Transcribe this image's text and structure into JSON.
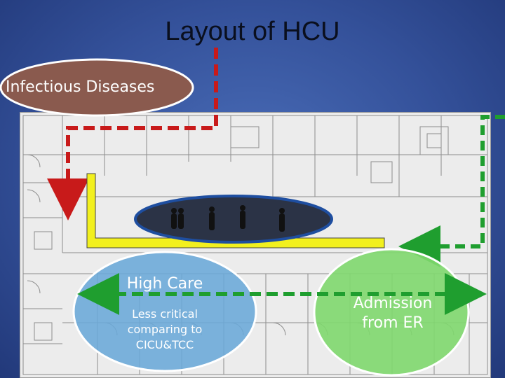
{
  "slide": {
    "title": "Layout of HCU"
  },
  "labels": {
    "infectious": "Infectious Diseases",
    "high_care": "High Care",
    "less_critical": "Less critical comparing to CICU&TCC",
    "admission": "Admission from ER"
  },
  "colors": {
    "background": "#34519a",
    "infectious_ellipse": "#8a5a4e",
    "high_care_ellipse": "#6aa9d8",
    "admission_ellipse": "#7fd86e",
    "red_arrow": "#c81a1a",
    "green_arrow": "#1f9e2f",
    "yellow_bar": "#f2f01e",
    "center_ellipse_border": "#1e4ea0"
  }
}
